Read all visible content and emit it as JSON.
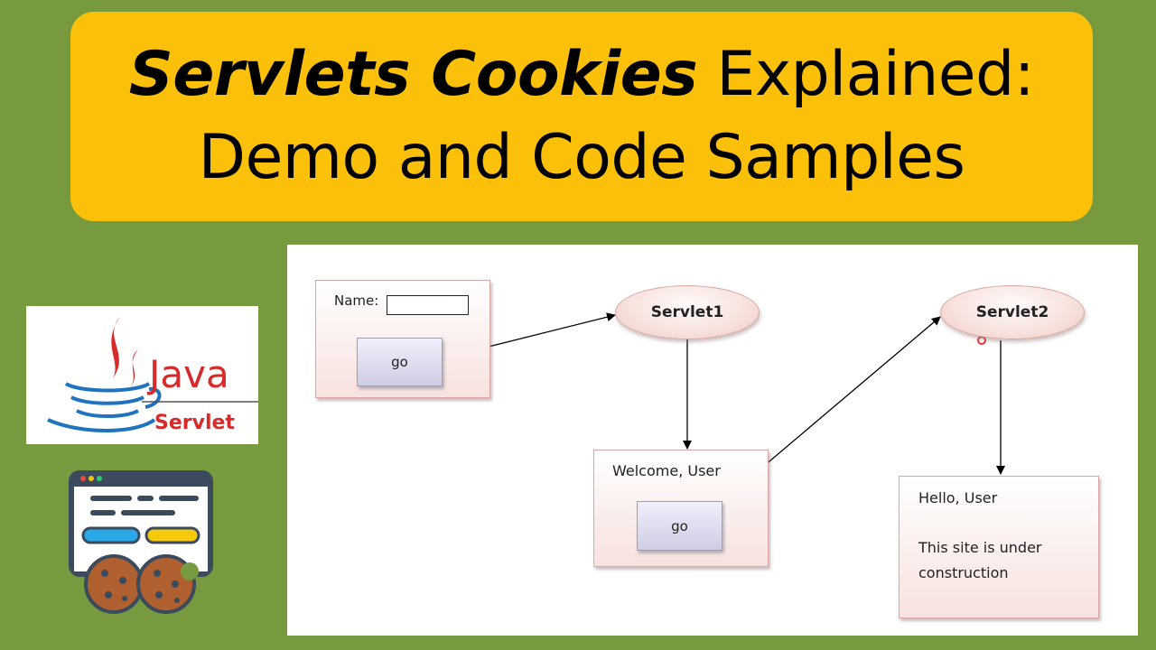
{
  "title": {
    "line1_bold": "Servlets Cookies",
    "line1_rest": " Explained:",
    "line2": "Demo and Code Samples"
  },
  "logo": {
    "java_text": "Java",
    "servlet_text": "Servlet"
  },
  "icons": {
    "java_logo": "java-coffee-cup-logo",
    "browser_cookie": "browser-window-cookies-icon"
  },
  "diagram": {
    "form": {
      "name_label": "Name:",
      "go_label": "go"
    },
    "servlet1": "Servlet1",
    "servlet2": "Servlet2",
    "welcome": {
      "text": "Welcome,  User",
      "go_label": "go"
    },
    "hello": {
      "line1": "Hello,  User",
      "line2": "This site is under",
      "line3": "construction"
    }
  },
  "colors": {
    "background": "#779a3e",
    "banner": "#fbc10a",
    "java_red": "#d72a2a",
    "java_blue": "#1f73c1"
  }
}
